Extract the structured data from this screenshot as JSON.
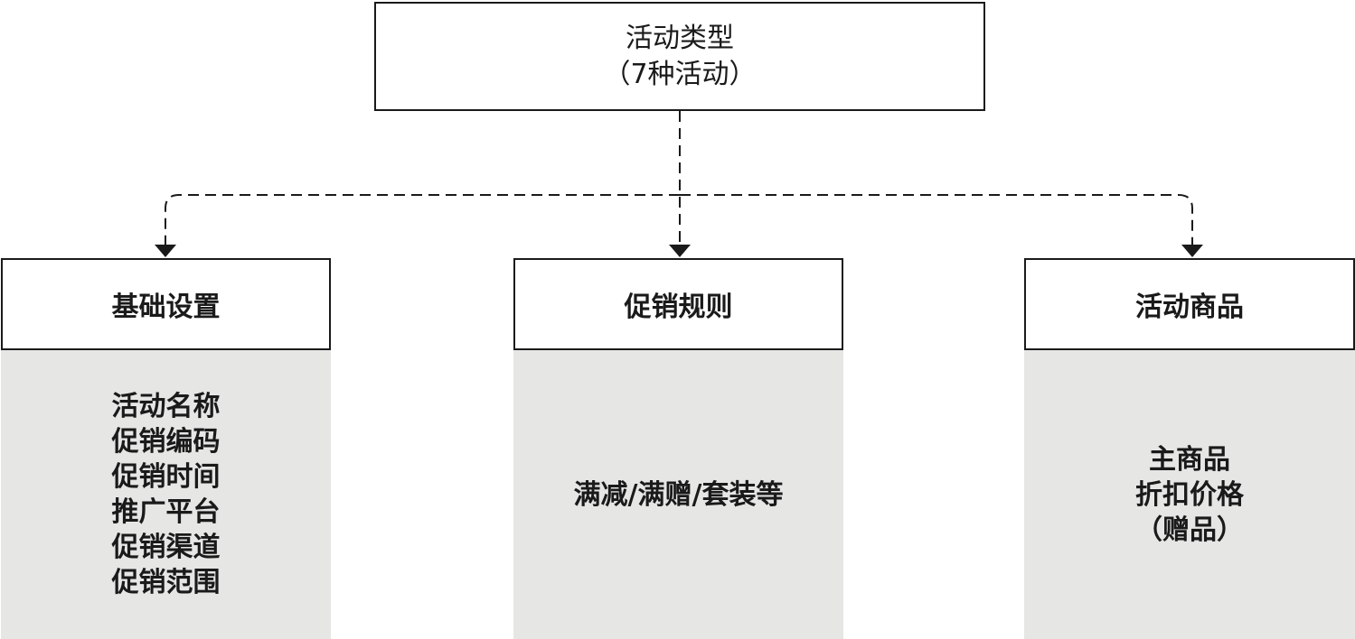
{
  "root": {
    "title": "活动类型",
    "subtitle": "（7种活动）"
  },
  "branches": [
    {
      "heading": "基础设置",
      "items": [
        "活动名称",
        "促销编码",
        "促销时间",
        "推广平台",
        "促销渠道",
        "促销范围"
      ]
    },
    {
      "heading": "促销规则",
      "items": [
        "满减/满赠/套装等"
      ]
    },
    {
      "heading": "活动商品",
      "items": [
        "主商品",
        "折扣价格",
        "（赠品）"
      ]
    }
  ],
  "colors": {
    "line": "#1a1a1a",
    "panel_fill": "#e6e6e4"
  }
}
